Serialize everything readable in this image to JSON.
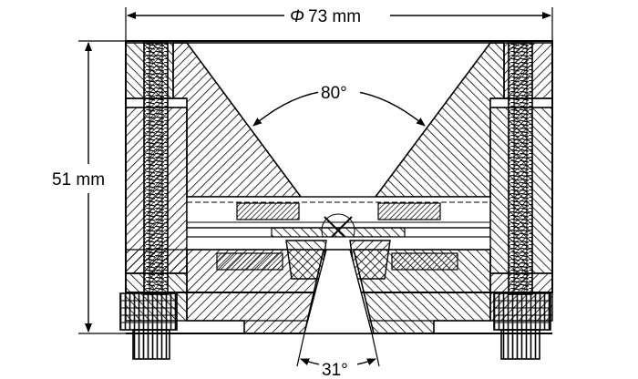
{
  "diagram": {
    "diameter_symbol": "Φ",
    "diameter_label": "73 mm",
    "height_label": "51 mm",
    "top_angle_label": "80°",
    "bottom_angle_label": "31°"
  },
  "colors": {
    "line": "#000000",
    "background": "#ffffff"
  }
}
